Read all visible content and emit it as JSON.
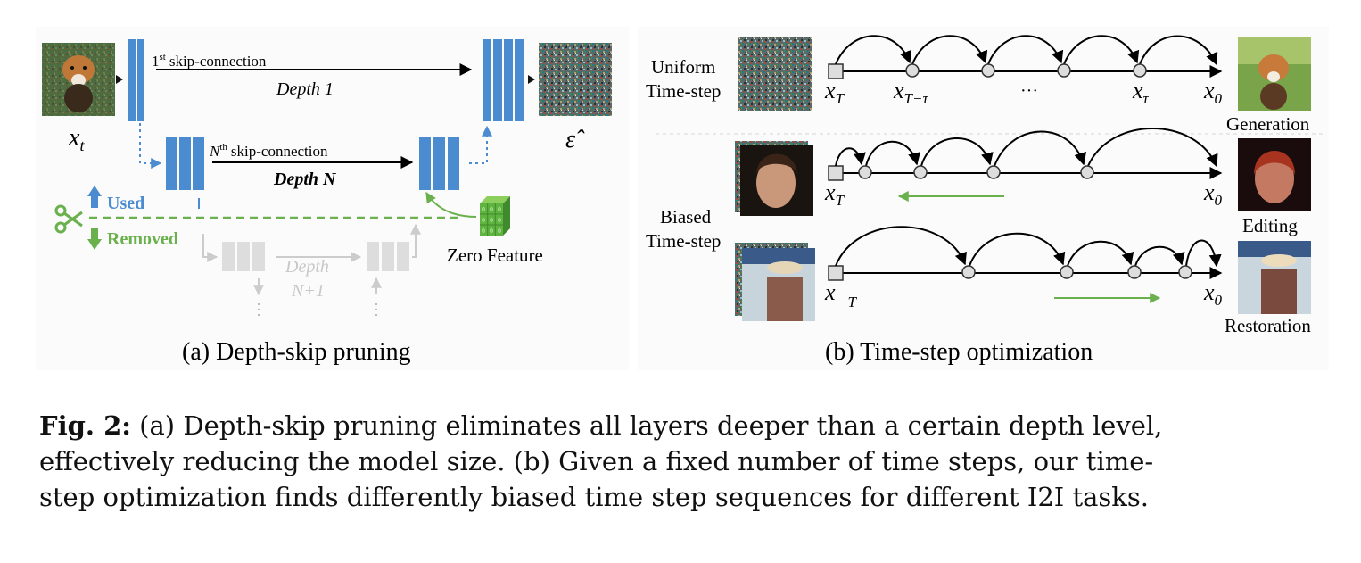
{
  "panel_a": {
    "input_label_base": "x",
    "input_label_sub": "t",
    "output_label": "ε̂",
    "skip1_sup": "st",
    "skip1_num": "1",
    "skip1_text": "skip-connection",
    "depth1": "Depth 1",
    "skipN_var": "N",
    "skipN_sup": "th",
    "skipN_text": "skip-connection",
    "depthN": "Depth N",
    "used": "Used",
    "removed": "Removed",
    "depthN1_line1": "Depth",
    "depthN1_line2": "N+1",
    "zero_feature": "Zero Feature",
    "zero_cell": "0",
    "caption": "(a) Depth-skip pruning",
    "colors": {
      "block": "#4a8ccf",
      "green": "#6ab04c",
      "gray": "#dcdcdc"
    }
  },
  "panel_b": {
    "uniform_line1": "Uniform",
    "uniform_line2": "Time-step",
    "biased_line1": "Biased",
    "biased_line2": "Time-step",
    "xT_base": "x",
    "xT_sub": "T",
    "xTminus_sub": "T−τ",
    "xtau_sub": "τ",
    "x0_sub": "0",
    "ellipsis": "···",
    "generation": "Generation",
    "editing": "Editing",
    "restoration": "Restoration",
    "caption": "(b) Time-step optimization"
  },
  "caption": {
    "label": "Fig. 2:",
    "line1": " (a) Depth-skip pruning eliminates all layers deeper than a certain depth level,",
    "line2": "effectively reducing the model size. (b) Given a fixed number of time steps, our time-",
    "line3": "step optimization finds differently biased time step sequences for different I2I tasks."
  }
}
